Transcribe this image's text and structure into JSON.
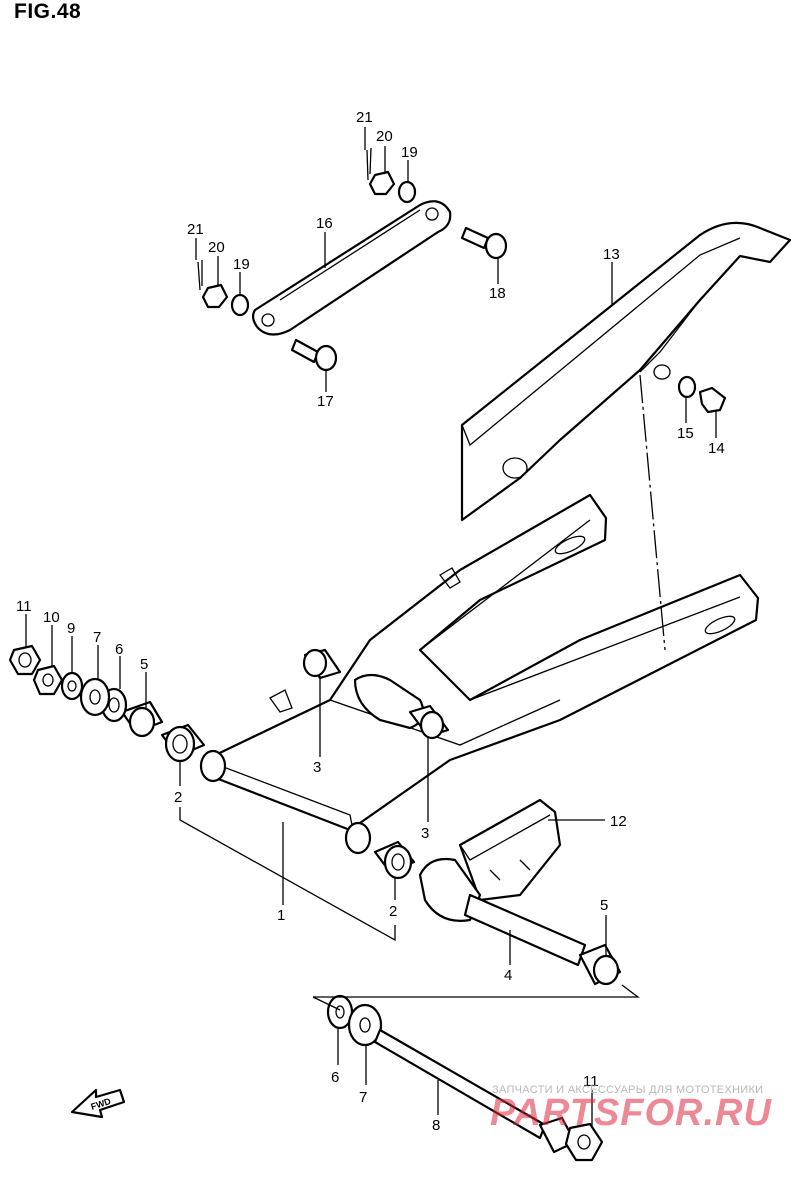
{
  "figure": {
    "title": "FIG.48"
  },
  "callouts": {
    "c1": "1",
    "c2a": "2",
    "c2b": "2",
    "c3a": "3",
    "c3b": "3",
    "c4": "4",
    "c5a": "5",
    "c5b": "5",
    "c6a": "6",
    "c6b": "6",
    "c7a": "7",
    "c7b": "7",
    "c8": "8",
    "c9": "9",
    "c10": "10",
    "c11a": "11",
    "c11b": "11",
    "c12": "12",
    "c13": "13",
    "c14": "14",
    "c15": "15",
    "c16": "16",
    "c17": "17",
    "c18": "18",
    "c19a": "19",
    "c19b": "19",
    "c20a": "20",
    "c20b": "20",
    "c21a": "21",
    "c21b": "21"
  },
  "fwd_marker": {
    "label": "FWD"
  },
  "watermark": {
    "caption": "ЗАПЧАСТИ И АКСЕССУАРЫ ДЛЯ МОТОТЕХНИКИ",
    "logo": "PARTSFOR.RU"
  }
}
